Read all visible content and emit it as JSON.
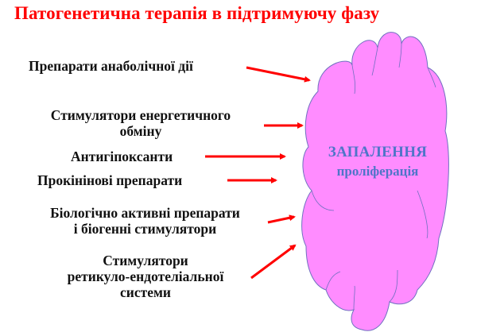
{
  "slide": {
    "title": "Патогенетична терапія в підтримуючу фазу",
    "title_color": "#ff0000"
  },
  "therapies": [
    {
      "line1": "Препарати анаболічної дії",
      "line2": "",
      "line3": ""
    },
    {
      "line1": "Стимулятори енергетичного",
      "line2": "обміну",
      "line3": ""
    },
    {
      "line1": "Антигіпоксанти",
      "line2": "",
      "line3": ""
    },
    {
      "line1": "Прокінінові препарати",
      "line2": "",
      "line3": ""
    },
    {
      "line1": "Біологічно активні препарати",
      "line2": "і біогенні стимулятори",
      "line3": ""
    },
    {
      "line1": "Стимулятори",
      "line2": "ретикуло-ендотеліальної",
      "line3": "системи"
    }
  ],
  "cloud": {
    "title": "ЗАПАЛЕННЯ",
    "subtitle": "проліферація",
    "fill": "#ff8cff",
    "stroke": "#7070c0",
    "text_color": "#4f75c8"
  },
  "arrow_color": "#ff0000"
}
